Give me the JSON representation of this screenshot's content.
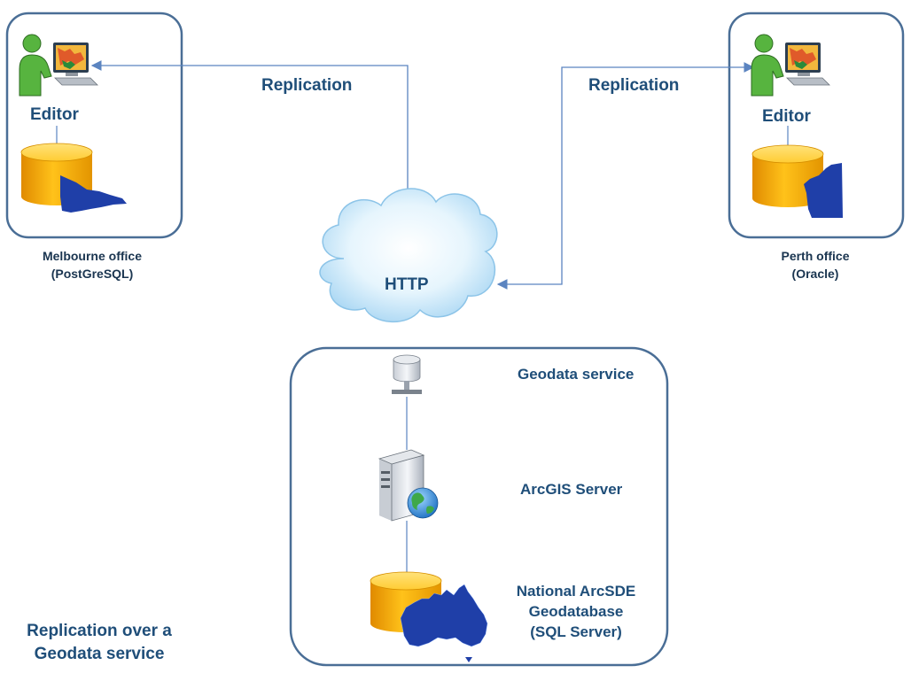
{
  "offices": {
    "melbourne": {
      "role": "Editor",
      "name": "Melbourne office",
      "db": "(PostGreSQL)"
    },
    "perth": {
      "role": "Editor",
      "name": "Perth office",
      "db": "(Oracle)"
    }
  },
  "links": {
    "left_label": "Replication",
    "right_label": "Replication"
  },
  "cloud": {
    "label": "HTTP"
  },
  "service": {
    "title": "Geodata service",
    "server": "ArcGIS Server",
    "geodatabase_lines": [
      "National ArcSDE",
      "Geodatabase",
      "(SQL Server)"
    ]
  },
  "caption": {
    "lines": [
      "Replication over a",
      "Geodata service"
    ]
  },
  "colors": {
    "box_border": "#4a6e96",
    "arrow": "#5b84c0",
    "text": "#1f4e79",
    "cylinder_top": "#ffd34d",
    "cylinder_body": "#f5a800",
    "map_blue": "#1f3fa8",
    "cloud_fill": "#d3ecfa"
  }
}
